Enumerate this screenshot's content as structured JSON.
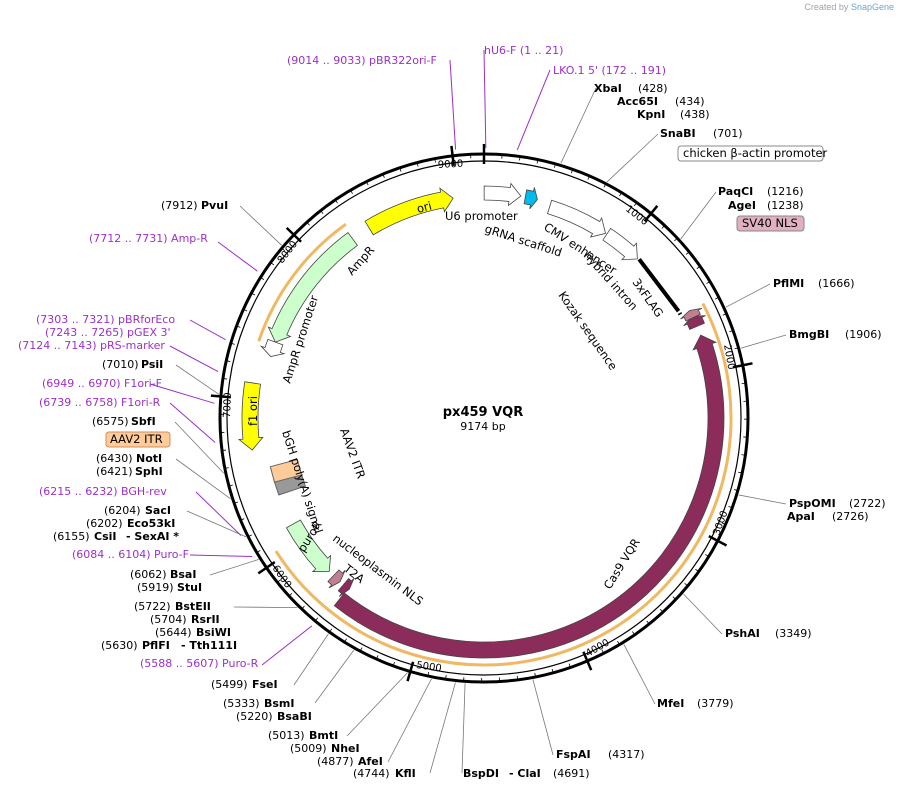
{
  "credit": {
    "prefix": "Created by",
    "brand": "SnapGene"
  },
  "plasmid": {
    "name": "px459 VQR",
    "length_label": "9174 bp",
    "length": 9174
  },
  "colors": {
    "cas9": "#8b2c5a",
    "yellow": "#ffff00",
    "green": "#ccffcc",
    "aav": "#ffcc99",
    "grey": "#999999",
    "cyan": "#00bbee",
    "primer": "#9b30c8",
    "highlight": "#f0b860",
    "line": "#555555"
  },
  "ticks": [
    "1000",
    "2000",
    "3000",
    "4000",
    "5000",
    "6000",
    "7000",
    "8000",
    "9000"
  ],
  "features": [
    {
      "label": "ori",
      "start": 8380,
      "end": 8970,
      "dir": 1,
      "color": "#ffff00",
      "kind": "arrow"
    },
    {
      "label": "AmpR",
      "start": 7390,
      "end": 8250,
      "dir": -1,
      "color": "#ccffcc",
      "kind": "arrow"
    },
    {
      "label": "AmpR promoter",
      "start": 7290,
      "end": 7390,
      "dir": -1,
      "color": "#ffffff",
      "kind": "arrow"
    },
    {
      "label": "f1 ori",
      "start": 6680,
      "end": 7100,
      "dir": -1,
      "color": "#ffff00",
      "kind": "arrow"
    },
    {
      "label": "bGH poly(A) signal",
      "start": 6300,
      "end": 6520,
      "dir": 0,
      "color": "#999999",
      "kind": "box"
    },
    {
      "label": "AAV2 ITR",
      "start": 6440,
      "end": 6560,
      "dir": 0,
      "color": "#ffcc99",
      "kind": "box"
    },
    {
      "label": "puroR",
      "start": 5740,
      "end": 6140,
      "dir": -1,
      "color": "#ccffcc",
      "kind": "arrow"
    },
    {
      "label": "T2A",
      "start": 5640,
      "end": 5700,
      "dir": -1,
      "color": "#c08090",
      "kind": "arrow"
    },
    {
      "label": "nucleoplasmin NLS",
      "start": 5560,
      "end": 5610,
      "dir": -1,
      "color": "#8b2c5a",
      "kind": "arrow"
    },
    {
      "label": "Cas9 VQR",
      "start": 1760,
      "end": 5570,
      "dir": -1,
      "color": "#8b2c5a",
      "kind": "arrow"
    },
    {
      "label": "3xFLAG",
      "start": 1630,
      "end": 1700,
      "dir": -1,
      "color": "#8b2c5a",
      "kind": "arrow"
    },
    {
      "label": "SV40 NLS",
      "start": 1590,
      "end": 1640,
      "dir": -1,
      "color": "#c08090",
      "kind": "arrow"
    },
    {
      "label": "U6 promoter",
      "start": 1,
      "end": 240,
      "dir": 1,
      "color": "#ffffff",
      "kind": "arrow"
    },
    {
      "label": "gRNA scaffold",
      "start": 270,
      "end": 350,
      "dir": 1,
      "color": "#00bbee",
      "kind": "arrow"
    },
    {
      "label": "CMV enhancer",
      "start": 440,
      "end": 850,
      "dir": 1,
      "color": "#ffffff",
      "kind": "arrow"
    },
    {
      "label": "chicken β-actin promoter",
      "start": 860,
      "end": 1120,
      "dir": 1,
      "color": "#ffffff",
      "kind": "arrow"
    },
    {
      "label": "hybrid intron",
      "start": 1130,
      "end": 1560,
      "dir": 1,
      "color": "#000000",
      "kind": "line"
    },
    {
      "label": "Kozak sequence",
      "start": 1575,
      "end": 1585,
      "dir": 0,
      "color": "#000000",
      "kind": "line"
    }
  ],
  "feature_labels": [
    {
      "text": "ori"
    },
    {
      "text": "AmpR"
    },
    {
      "text": "AmpR promoter"
    },
    {
      "text": "f1 ori"
    },
    {
      "text": "bGH poly(A) signal"
    },
    {
      "text": "AAV2 ITR"
    },
    {
      "text": "puroR"
    },
    {
      "text": "T2A"
    },
    {
      "text": "nucleoplasmin NLS"
    },
    {
      "text": "Cas9 VQR"
    },
    {
      "text": "3xFLAG"
    },
    {
      "text": "U6 promoter"
    },
    {
      "text": "gRNA scaffold"
    },
    {
      "text": "CMV enhancer"
    },
    {
      "text": "hybrid intron"
    },
    {
      "text": "Kozak sequence"
    }
  ],
  "boxed_labels": [
    {
      "text": "chicken β-actin promoter",
      "fill": "#ffffff"
    },
    {
      "text": "SV40 NLS",
      "fill": "#e0b0c0"
    },
    {
      "text": "AAV2 ITR",
      "fill": "#ffcc99"
    }
  ],
  "primers": [
    {
      "label": "(9014 .. 9033)  pBR322ori-F",
      "pos": 9020
    },
    {
      "label": "hU6-F    (1 .. 21)",
      "pos": 10
    },
    {
      "label": "LKO.1 5'    (172 .. 191)",
      "pos": 180
    },
    {
      "label": "(7712 .. 7731)  Amp-R",
      "pos": 7720
    },
    {
      "label": "(7303 .. 7321)  pBRforEco",
      "pos": 7310
    },
    {
      "label": "(7243 .. 7265)  pGEX 3'",
      "pos": 7254
    },
    {
      "label": "(7124 .. 7143)  pRS-marker",
      "pos": 7133
    },
    {
      "label": "(6949 .. 6970)  F1ori-F",
      "pos": 6960
    },
    {
      "label": "(6739 .. 6758)  F1ori-R",
      "pos": 6748
    },
    {
      "label": "(6215 .. 6232)  BGH-rev",
      "pos": 6223
    },
    {
      "label": "(6084 .. 6104)  Puro-F",
      "pos": 6094
    },
    {
      "label": "(5588 .. 5607)  Puro-R",
      "pos": 5597
    }
  ],
  "sites_right": [
    {
      "name": "XbaI",
      "pos": "(428)"
    },
    {
      "name": "Acc65I",
      "pos": "(434)"
    },
    {
      "name": "KpnI",
      "pos": "(438)"
    },
    {
      "name": "SnaBI",
      "pos": "(701)"
    },
    {
      "name": "PaqCI",
      "pos": "(1216)"
    },
    {
      "name": "AgeI",
      "pos": "(1238)"
    },
    {
      "name": "PflMI",
      "pos": "(1666)"
    },
    {
      "name": "BmgBI",
      "pos": "(1906)"
    },
    {
      "name": "PspOMI",
      "pos": "(2722)"
    },
    {
      "name": "ApaI",
      "pos": "(2726)"
    },
    {
      "name": "PshAI",
      "pos": "(3349)"
    },
    {
      "name": "MfeI",
      "pos": "(3779)"
    },
    {
      "name": "FspAI",
      "pos": "(4317)"
    }
  ],
  "sites_left": [
    {
      "name": "PvuI",
      "pos": "(7912)"
    },
    {
      "name": "PsiI",
      "pos": "(7010)"
    },
    {
      "name": "SbfI",
      "pos": "(6575)"
    },
    {
      "name": "NotI",
      "pos": "(6430)"
    },
    {
      "name": "SphI",
      "pos": "(6421)"
    },
    {
      "name": "SacI",
      "pos": "(6204)"
    },
    {
      "name": "Eco53kI",
      "pos": "(6202)"
    },
    {
      "name": "CsiI",
      "pos": "(6155)",
      "extra": "- SexAI *"
    },
    {
      "name": "BsaI",
      "pos": "(6062)"
    },
    {
      "name": "StuI",
      "pos": "(5919)"
    },
    {
      "name": "BstEII",
      "pos": "(5722)"
    },
    {
      "name": "RsrII",
      "pos": "(5704)"
    },
    {
      "name": "BsiWI",
      "pos": "(5644)"
    },
    {
      "name": "PflFI",
      "pos": "(5630)",
      "extra": "- Tth111I"
    },
    {
      "name": "FseI",
      "pos": "(5499)"
    },
    {
      "name": "BsmI",
      "pos": "(5333)"
    },
    {
      "name": "BsaBI",
      "pos": "(5220)"
    },
    {
      "name": "BmtI",
      "pos": "(5013)"
    },
    {
      "name": "NheI",
      "pos": "(5009)"
    },
    {
      "name": "AfeI",
      "pos": "(4877)"
    },
    {
      "name": "KflI",
      "pos": "(4744)"
    }
  ],
  "sites_bottom": [
    {
      "name": "BspDI",
      "extra": "- ClaI",
      "pos": "(4691)"
    }
  ]
}
